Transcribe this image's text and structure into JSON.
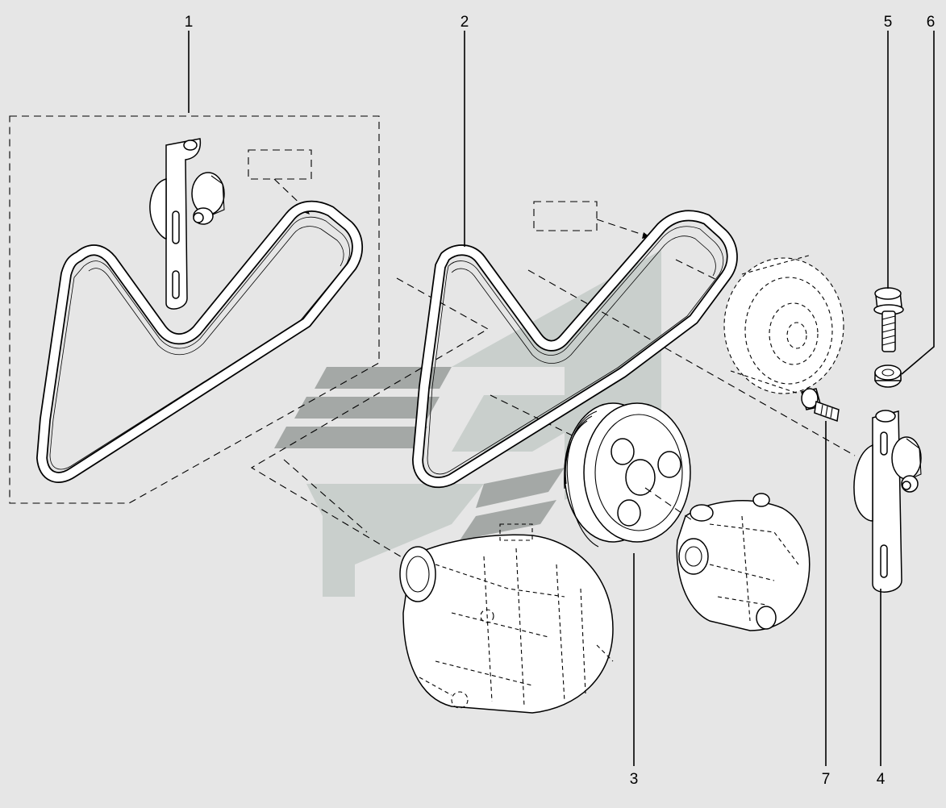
{
  "diagram": {
    "callouts": [
      {
        "id": "1",
        "text": "1"
      },
      {
        "id": "2",
        "text": "2"
      },
      {
        "id": "3",
        "text": "3"
      },
      {
        "id": "4",
        "text": "4"
      },
      {
        "id": "5",
        "text": "5"
      },
      {
        "id": "6",
        "text": "6"
      },
      {
        "id": "7",
        "text": "7"
      }
    ],
    "parts": [
      "belt-tensioner-kit",
      "accessory-drive-belt",
      "crankshaft-pulley",
      "tensioner-bracket",
      "flange-bolt",
      "washer",
      "bracket-bolt",
      "alternator",
      "power-steering-pump",
      "idler-roller"
    ],
    "colors": {
      "background": "#e6e6e6",
      "line": "#000000",
      "watermark": "#c9cfcc",
      "watermark_dark": "#a4a8a6"
    }
  }
}
